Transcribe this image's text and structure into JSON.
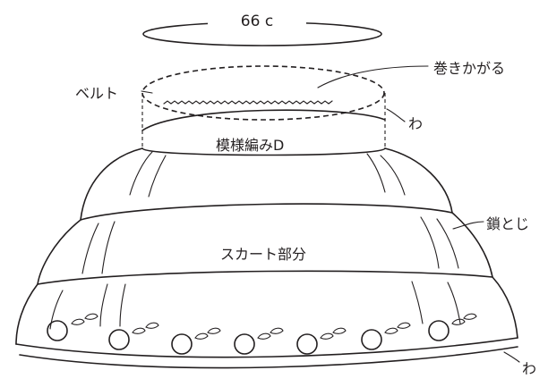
{
  "labels": {
    "measurement": "66 c",
    "belt": "ベルト",
    "whip_stitch": "巻きかがる",
    "ring_top": "わ",
    "pattern": "模様編みD",
    "slip_stitch": "鎖とじ",
    "skirt": "スカート部分",
    "ring_bottom": "わ"
  }
}
